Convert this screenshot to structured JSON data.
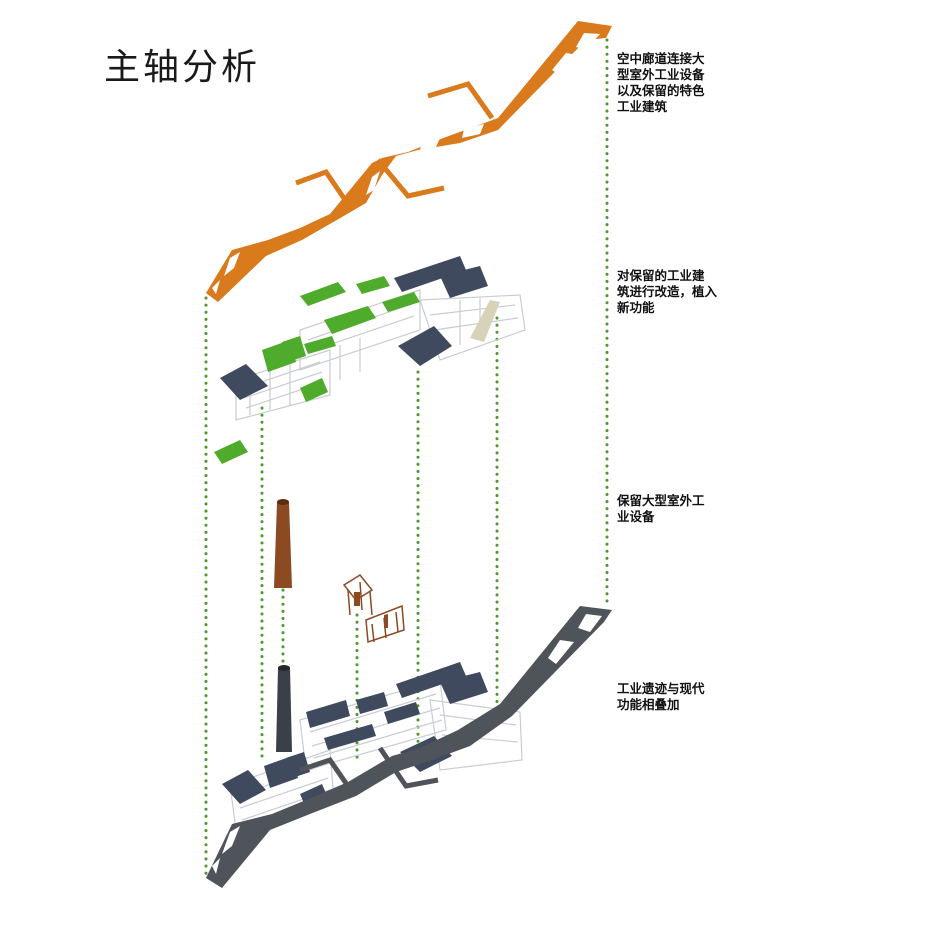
{
  "title": "主轴分析",
  "annotations": [
    {
      "lines": [
        "空中廊道连接大",
        "型室外工业设备",
        "以及保留的特色",
        "工业建筑"
      ]
    },
    {
      "lines": [
        "对保留的工业建",
        "筑进行改造，植入",
        "新功能"
      ]
    },
    {
      "lines": [
        "保留大型室外工",
        "业设备"
      ]
    },
    {
      "lines": [
        "工业遗迹与现代",
        "功能相叠加"
      ]
    }
  ],
  "colors": {
    "corridor": "#d97a1c",
    "corridor_dark": "#b15f10",
    "green_roof": "#4eab2b",
    "guide_dots": "#4d9a2a",
    "chimney_rust": "#8b4a22",
    "slab_gray": "#4f535a",
    "roof_dark": "#3f4a5e",
    "frame_light": "#c9cdd2"
  }
}
